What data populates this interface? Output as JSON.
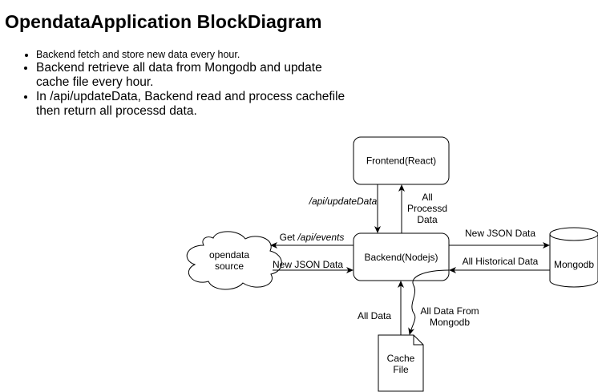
{
  "title": "OpendataApplication BlockDiagram",
  "bullets": [
    "Backend fetch and store new data every hour.",
    "Backend retrieve all data from Mongodb and update cache file every hour.",
    "In /api/updateData, Backend read and process cachefile then return all processd data."
  ],
  "nodes": {
    "frontend": "Frontend(React)",
    "backend": "Backend(Nodejs)",
    "opendata_line1": "opendata",
    "opendata_line2": "source",
    "mongodb": "Mongodb",
    "cache_line1": "Cache",
    "cache_line2": "File"
  },
  "edges": {
    "api_update_data": "/api/updateData",
    "all_processd_line1": "All",
    "all_processd_line2": "Processd",
    "all_processd_line3": "Data",
    "get_prefix": "Get ",
    "get_api_events": "/api/events",
    "new_json_left": "New JSON Data",
    "new_json_right": "New JSON Data",
    "all_historical": "All Historical Data",
    "all_data": "All Data",
    "all_from_mongo_line1": "All Data From",
    "all_from_mongo_line2": "Mongodb"
  }
}
